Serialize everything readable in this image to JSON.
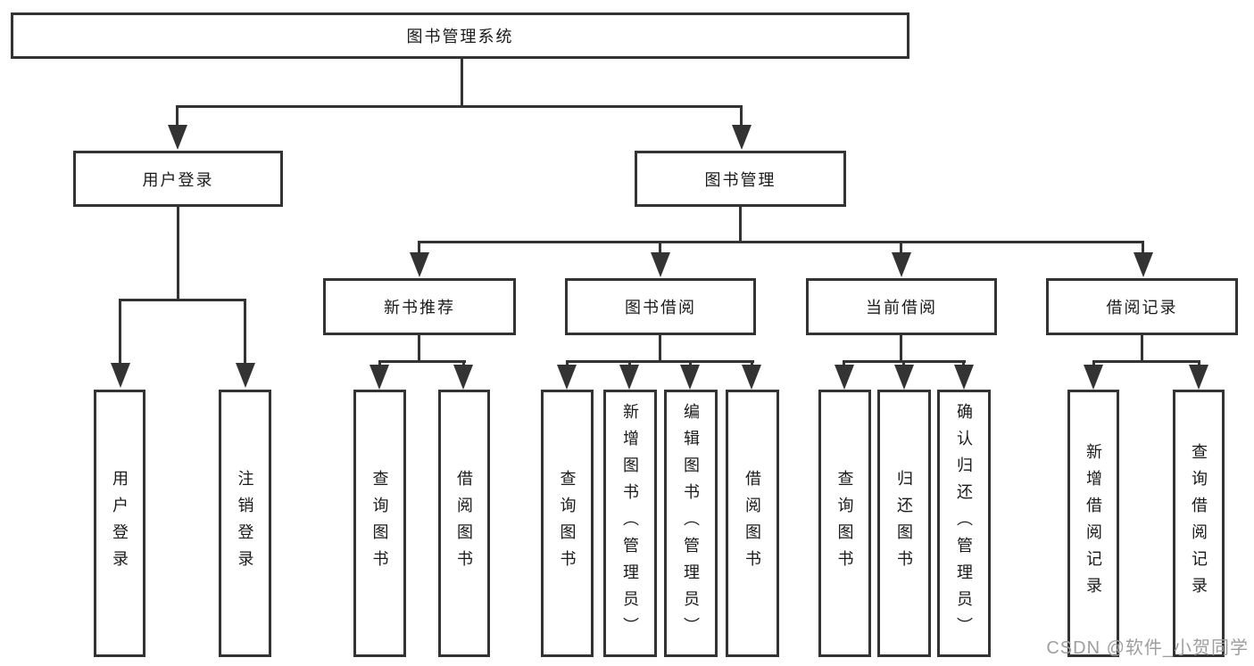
{
  "title": "图书管理系统",
  "watermark": "CSDN @软件_小贺同学",
  "colors": {
    "line": "#333333",
    "text": "#1a1a1a",
    "background": "#ffffff",
    "watermark": "#9e9e9e"
  },
  "tree": {
    "root": "图书管理系统",
    "children": [
      {
        "label": "用户登录",
        "children": [
          "用户登录",
          "注销登录"
        ]
      },
      {
        "label": "图书管理",
        "children": [
          {
            "label": "新书推荐",
            "children": [
              "查询图书",
              "借阅图书"
            ]
          },
          {
            "label": "图书借阅",
            "children": [
              "查询图书",
              "新增图书（管理员）",
              "编辑图书（管理员）",
              "借阅图书"
            ]
          },
          {
            "label": "当前借阅",
            "children": [
              "查询图书",
              "归还图书",
              "确认归还（管理员）"
            ]
          },
          {
            "label": "借阅记录",
            "children": [
              "新增借阅记录",
              "查询借阅记录"
            ]
          }
        ]
      }
    ]
  }
}
